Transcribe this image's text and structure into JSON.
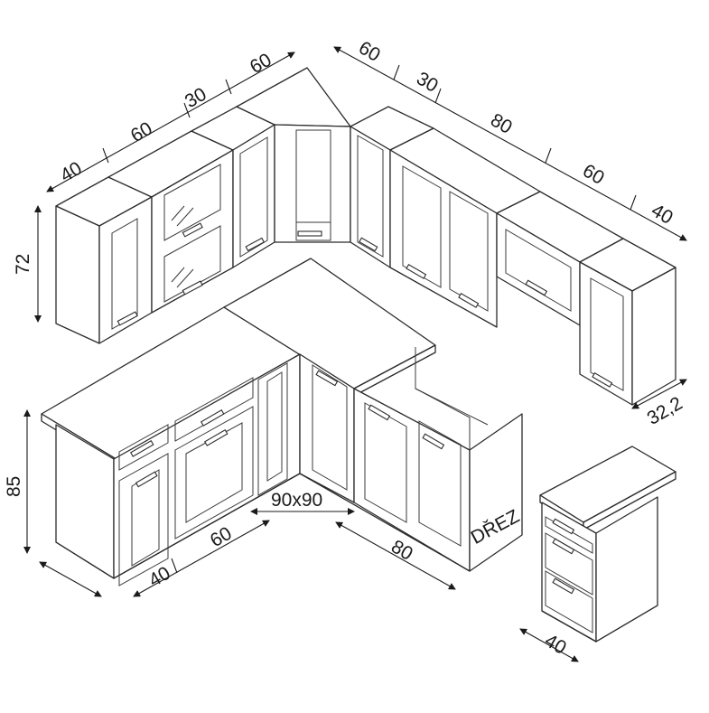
{
  "dimensions": {
    "top_left_run": [
      "40",
      "60",
      "30",
      "60"
    ],
    "top_right_run": [
      "60",
      "30",
      "80",
      "60",
      "40"
    ],
    "wall_height": "72",
    "wall_depth": "32,2",
    "base_height": "85",
    "bottom_left": "40",
    "bottom_sixty": "60",
    "corner": "90x90",
    "bottom_eighty": "80",
    "extra_unit": "40"
  },
  "labels": {
    "sink": "DŘEZ"
  }
}
